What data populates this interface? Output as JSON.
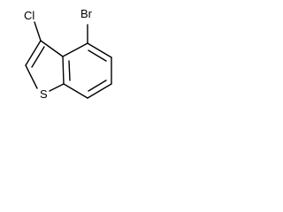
{
  "molecule": {
    "atoms": {
      "cl": "Cl",
      "br": "Br",
      "s": "S"
    },
    "ring_types": [
      "thiophene",
      "benzene"
    ],
    "line_color": "#000000",
    "background_color": "#ffffff"
  }
}
